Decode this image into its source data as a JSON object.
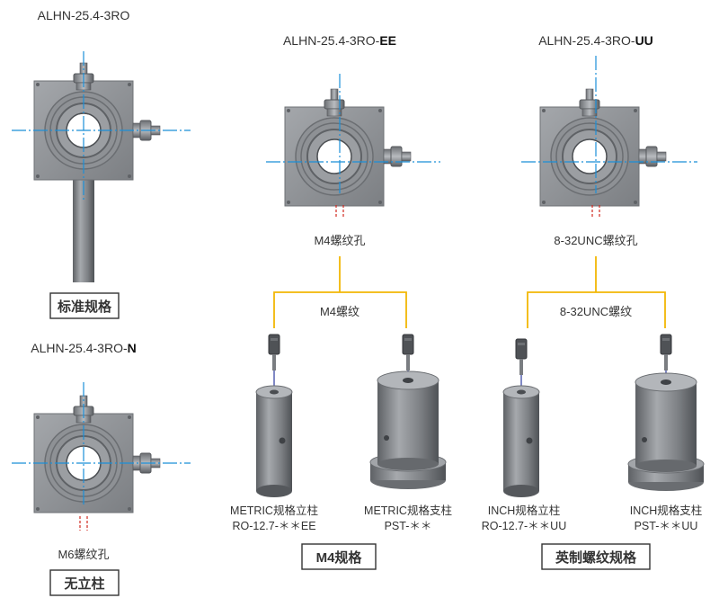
{
  "models": {
    "standard": {
      "base": "ALHN-25.4-3RO",
      "suffix": ""
    },
    "no_post": {
      "base": "ALHN-25.4-3RO-",
      "suffix": "N"
    },
    "m4": {
      "base": "ALHN-25.4-3RO-",
      "suffix": "EE"
    },
    "unc": {
      "base": "ALHN-25.4-3RO-",
      "suffix": "UU"
    }
  },
  "hole_labels": {
    "no_post": "M6螺纹孔",
    "m4": "M4螺纹孔",
    "unc": "8-32UNC螺纹孔"
  },
  "thread_labels": {
    "m4": "M4螺纹",
    "unc": "8-32UNC螺纹"
  },
  "posts": {
    "metric_post": {
      "name": "METRIC规格立柱",
      "code": "RO-12.7-＊＊EE"
    },
    "metric_pedestal": {
      "name": "METRIC规格支柱",
      "code": "PST-＊＊"
    },
    "inch_post": {
      "name": "INCH规格立柱",
      "code": "RO-12.7-＊＊UU"
    },
    "inch_pedestal": {
      "name": "INCH规格支柱",
      "code": "PST-＊＊UU"
    }
  },
  "boxes": {
    "standard": "标准规格",
    "no_post": "无立柱",
    "m4": "M4规格",
    "unc": "英制螺纹规格"
  },
  "colors": {
    "center_line": "#1b8fd8",
    "bracket": "#f2b705",
    "hole_marker": "#d0281f",
    "metal": "#8d9094"
  }
}
